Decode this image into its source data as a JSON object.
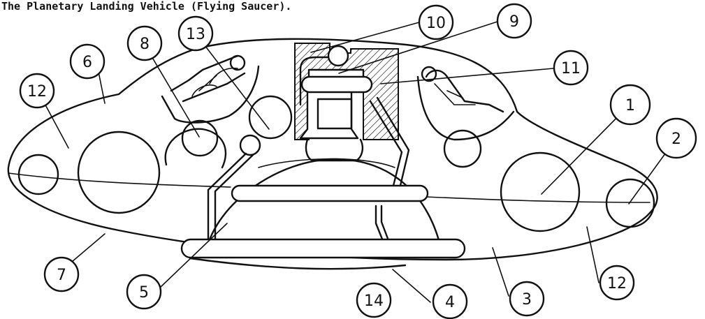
{
  "title": "The Planetary Landing Vehicle (Flying Saucer).",
  "callouts": [
    {
      "id": "1",
      "label": "1"
    },
    {
      "id": "2",
      "label": "2"
    },
    {
      "id": "3",
      "label": "3"
    },
    {
      "id": "4",
      "label": "4"
    },
    {
      "id": "5",
      "label": "5"
    },
    {
      "id": "6",
      "label": "6"
    },
    {
      "id": "7",
      "label": "7"
    },
    {
      "id": "8",
      "label": "8"
    },
    {
      "id": "9",
      "label": "9"
    },
    {
      "id": "10",
      "label": "10"
    },
    {
      "id": "11",
      "label": "11"
    },
    {
      "id": "12a",
      "label": "12"
    },
    {
      "id": "12b",
      "label": "12"
    },
    {
      "id": "13",
      "label": "13"
    },
    {
      "id": "14",
      "label": "14"
    }
  ]
}
